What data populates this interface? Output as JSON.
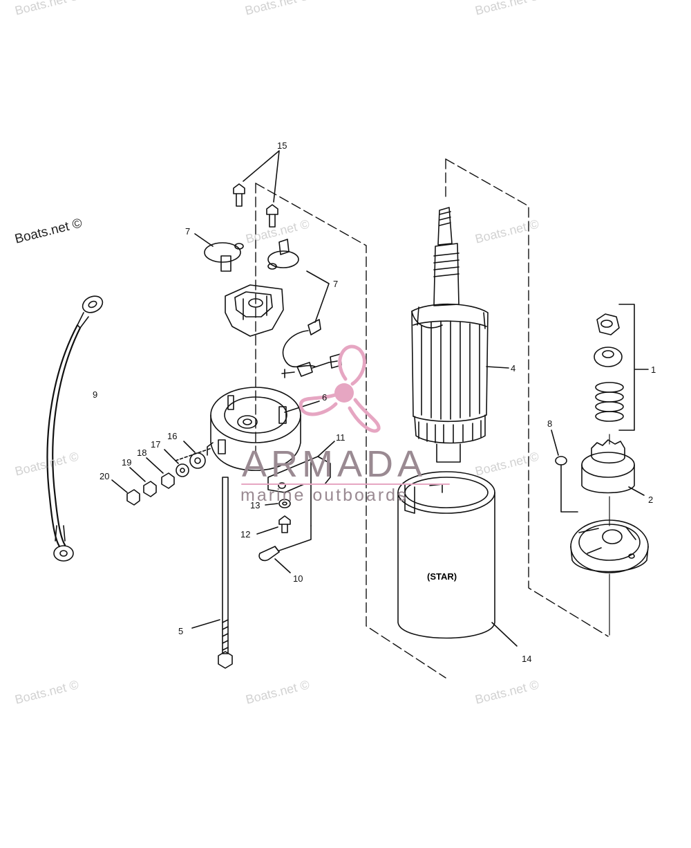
{
  "watermarks": {
    "main": "Boats.net ©"
  },
  "brand": {
    "name": "ARMADA",
    "subtitle": "marine outboards",
    "accent_color": "#e6a6c2"
  },
  "callouts": {
    "c1": "1",
    "c2": "2",
    "c4": "4",
    "c5": "5",
    "c6": "6",
    "c7a": "7",
    "c7b": "7",
    "c8": "8",
    "c9": "9",
    "c10": "10",
    "c11": "11",
    "c12": "12",
    "c13": "13",
    "c14": "14",
    "c15": "15",
    "c16": "16",
    "c17": "17",
    "c18": "18",
    "c19": "19",
    "c20": "20"
  },
  "housing_text": "(STAR)"
}
